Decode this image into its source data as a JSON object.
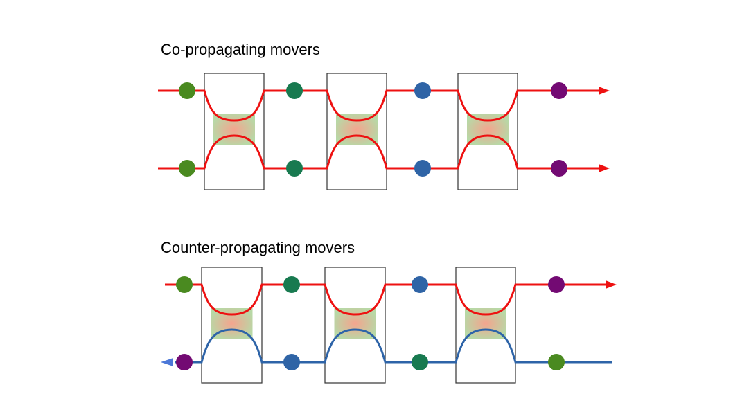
{
  "colors": {
    "red_line": "#ee1111",
    "blue_line": "#2e64a8",
    "blue_arrow": "#4c78d8",
    "green": "#4a8a20",
    "teal": "#187a50",
    "blue": "#2f64a6",
    "purple": "#730a73",
    "box_border": "#333333",
    "grad_center": "#f4a48e",
    "grad_edge": "#b8d8a6"
  },
  "panels": [
    {
      "title": "Co-propagating movers",
      "top_arrow": "right",
      "bottom_arrow": "right",
      "top_dots": [
        "green",
        "teal",
        "blue",
        "purple"
      ],
      "bottom_dots": [
        "green",
        "teal",
        "blue",
        "purple"
      ],
      "bottom_line_color": "red"
    },
    {
      "title": "Counter-propagating movers",
      "top_arrow": "right",
      "bottom_arrow": "left",
      "top_dots": [
        "green",
        "teal",
        "blue",
        "purple"
      ],
      "bottom_dots": [
        "purple",
        "blue",
        "teal",
        "green"
      ],
      "bottom_line_color": "blue"
    }
  ]
}
